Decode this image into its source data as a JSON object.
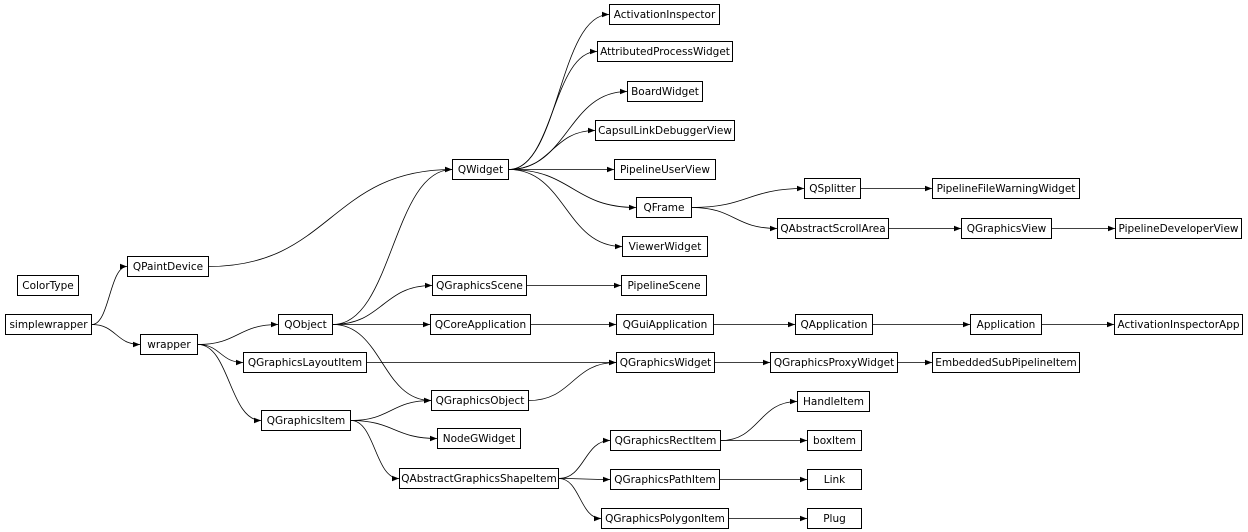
{
  "diagram": {
    "type": "inheritance-graph",
    "colors": {
      "line": "#000000",
      "box_border": "#000000",
      "background": "#ffffff"
    },
    "nodes": [
      {
        "id": "ColorType",
        "label": "ColorType"
      },
      {
        "id": "simplewrapper",
        "label": "simplewrapper"
      },
      {
        "id": "QPaintDevice",
        "label": "QPaintDevice"
      },
      {
        "id": "wrapper",
        "label": "wrapper"
      },
      {
        "id": "QObject",
        "label": "QObject"
      },
      {
        "id": "QGraphicsLayoutItem",
        "label": "QGraphicsLayoutItem"
      },
      {
        "id": "QGraphicsItem",
        "label": "QGraphicsItem"
      },
      {
        "id": "QWidget",
        "label": "QWidget"
      },
      {
        "id": "QGraphicsScene",
        "label": "QGraphicsScene"
      },
      {
        "id": "QCoreApplication",
        "label": "QCoreApplication"
      },
      {
        "id": "QGraphicsObject",
        "label": "QGraphicsObject"
      },
      {
        "id": "NodeGWidget",
        "label": "NodeGWidget"
      },
      {
        "id": "QAbstractGraphicsShapeItem",
        "label": "QAbstractGraphicsShapeItem"
      },
      {
        "id": "ActivationInspector",
        "label": "ActivationInspector"
      },
      {
        "id": "AttributedProcessWidget",
        "label": "AttributedProcessWidget"
      },
      {
        "id": "BoardWidget",
        "label": "BoardWidget"
      },
      {
        "id": "CapsulLinkDebuggerView",
        "label": "CapsulLinkDebuggerView"
      },
      {
        "id": "PipelineUserView",
        "label": "PipelineUserView"
      },
      {
        "id": "QFrame",
        "label": "QFrame"
      },
      {
        "id": "ViewerWidget",
        "label": "ViewerWidget"
      },
      {
        "id": "PipelineScene",
        "label": "PipelineScene"
      },
      {
        "id": "QGuiApplication",
        "label": "QGuiApplication"
      },
      {
        "id": "QGraphicsWidget",
        "label": "QGraphicsWidget"
      },
      {
        "id": "QGraphicsRectItem",
        "label": "QGraphicsRectItem"
      },
      {
        "id": "QGraphicsPathItem",
        "label": "QGraphicsPathItem"
      },
      {
        "id": "QGraphicsPolygonItem",
        "label": "QGraphicsPolygonItem"
      },
      {
        "id": "QSplitter",
        "label": "QSplitter"
      },
      {
        "id": "QAbstractScrollArea",
        "label": "QAbstractScrollArea"
      },
      {
        "id": "QApplication",
        "label": "QApplication"
      },
      {
        "id": "QGraphicsProxyWidget",
        "label": "QGraphicsProxyWidget"
      },
      {
        "id": "HandleItem",
        "label": "HandleItem"
      },
      {
        "id": "boxItem",
        "label": "boxItem"
      },
      {
        "id": "Link",
        "label": "Link"
      },
      {
        "id": "Plug",
        "label": "Plug"
      },
      {
        "id": "PipelineFileWarningWidget",
        "label": "PipelineFileWarningWidget"
      },
      {
        "id": "QGraphicsView",
        "label": "QGraphicsView"
      },
      {
        "id": "Application",
        "label": "Application"
      },
      {
        "id": "EmbeddedSubPipelineItem",
        "label": "EmbeddedSubPipelineItem"
      },
      {
        "id": "PipelineDeveloperView",
        "label": "PipelineDeveloperView"
      },
      {
        "id": "ActivationInspectorApp",
        "label": "ActivationInspectorApp"
      }
    ],
    "edges": [
      {
        "from": "simplewrapper",
        "to": "QPaintDevice"
      },
      {
        "from": "simplewrapper",
        "to": "wrapper"
      },
      {
        "from": "QPaintDevice",
        "to": "QWidget"
      },
      {
        "from": "wrapper",
        "to": "QObject"
      },
      {
        "from": "wrapper",
        "to": "QGraphicsLayoutItem"
      },
      {
        "from": "wrapper",
        "to": "QGraphicsItem"
      },
      {
        "from": "QObject",
        "to": "QWidget"
      },
      {
        "from": "QObject",
        "to": "QGraphicsScene"
      },
      {
        "from": "QObject",
        "to": "QCoreApplication"
      },
      {
        "from": "QObject",
        "to": "QGraphicsObject"
      },
      {
        "from": "QGraphicsLayoutItem",
        "to": "QGraphicsWidget"
      },
      {
        "from": "QGraphicsItem",
        "to": "QGraphicsObject"
      },
      {
        "from": "QGraphicsItem",
        "to": "NodeGWidget"
      },
      {
        "from": "QGraphicsItem",
        "to": "QAbstractGraphicsShapeItem"
      },
      {
        "from": "QWidget",
        "to": "ActivationInspector"
      },
      {
        "from": "QWidget",
        "to": "AttributedProcessWidget"
      },
      {
        "from": "QWidget",
        "to": "BoardWidget"
      },
      {
        "from": "QWidget",
        "to": "CapsulLinkDebuggerView"
      },
      {
        "from": "QWidget",
        "to": "PipelineUserView"
      },
      {
        "from": "QWidget",
        "to": "QFrame"
      },
      {
        "from": "QWidget",
        "to": "ViewerWidget"
      },
      {
        "from": "QGraphicsScene",
        "to": "PipelineScene"
      },
      {
        "from": "QCoreApplication",
        "to": "QGuiApplication"
      },
      {
        "from": "QGraphicsObject",
        "to": "QGraphicsWidget"
      },
      {
        "from": "QAbstractGraphicsShapeItem",
        "to": "QGraphicsRectItem"
      },
      {
        "from": "QAbstractGraphicsShapeItem",
        "to": "QGraphicsPathItem"
      },
      {
        "from": "QAbstractGraphicsShapeItem",
        "to": "QGraphicsPolygonItem"
      },
      {
        "from": "QFrame",
        "to": "QSplitter"
      },
      {
        "from": "QFrame",
        "to": "QAbstractScrollArea"
      },
      {
        "from": "QGuiApplication",
        "to": "QApplication"
      },
      {
        "from": "QGraphicsWidget",
        "to": "QGraphicsProxyWidget"
      },
      {
        "from": "QGraphicsRectItem",
        "to": "HandleItem"
      },
      {
        "from": "QGraphicsRectItem",
        "to": "boxItem"
      },
      {
        "from": "QGraphicsPathItem",
        "to": "Link"
      },
      {
        "from": "QGraphicsPolygonItem",
        "to": "Plug"
      },
      {
        "from": "QSplitter",
        "to": "PipelineFileWarningWidget"
      },
      {
        "from": "QAbstractScrollArea",
        "to": "QGraphicsView"
      },
      {
        "from": "QApplication",
        "to": "Application"
      },
      {
        "from": "QGraphicsProxyWidget",
        "to": "EmbeddedSubPipelineItem"
      },
      {
        "from": "QGraphicsView",
        "to": "PipelineDeveloperView"
      },
      {
        "from": "Application",
        "to": "ActivationInspectorApp"
      }
    ]
  }
}
